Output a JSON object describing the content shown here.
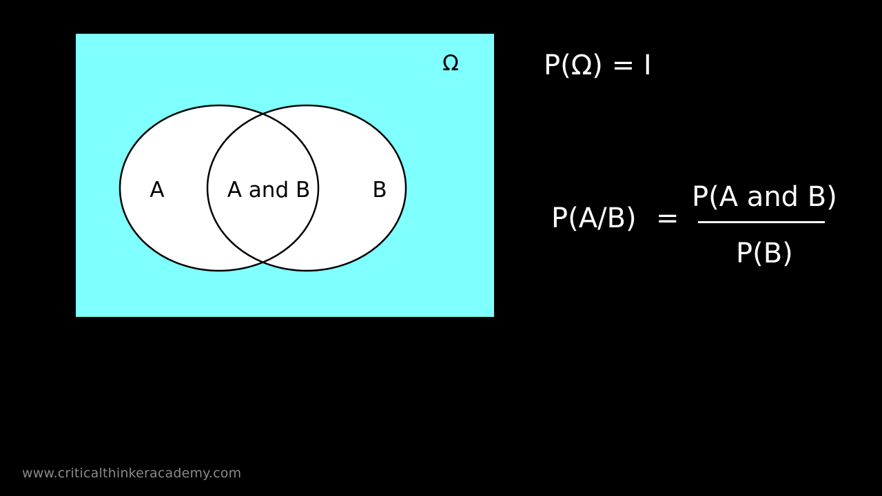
{
  "slide": {
    "background": "#000000"
  },
  "venn": {
    "universe_color": "#7ffffe",
    "set_fill": "#ffffff",
    "stroke": "#000000",
    "universe_label": "Ω",
    "set_a_label": "A",
    "intersection_label": "A and B",
    "set_b_label": "B"
  },
  "formulas": {
    "universe_probability": "P(Ω) = I",
    "conditional_lhs": "P(A/B)",
    "equals": "=",
    "numerator": "P(A and B)",
    "denominator": "P(B)"
  },
  "footer": {
    "watermark": "www.criticalthinkeracademy.com",
    "color": "#8a8a8a"
  }
}
